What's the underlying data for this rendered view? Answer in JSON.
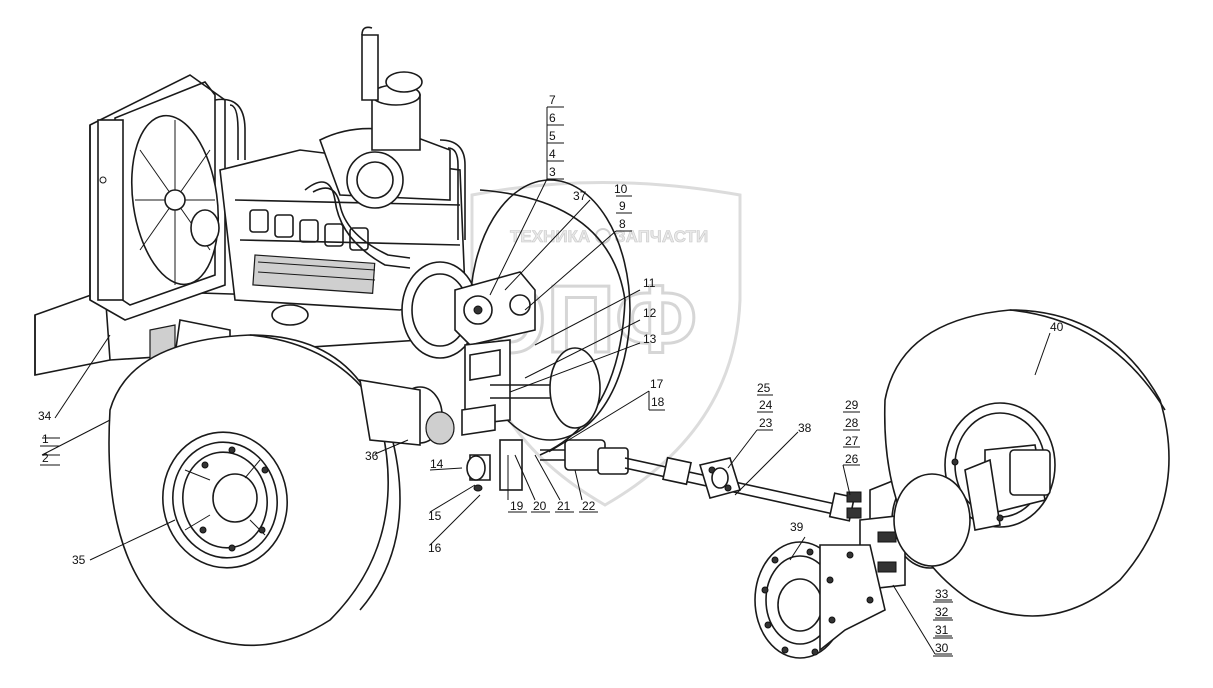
{
  "watermark": {
    "line1": "ТЕХНИКА",
    "line2": "ЗАПЧАСТИ",
    "monogram": "ЭПФ"
  },
  "callouts": {
    "c1": "1",
    "c2": "2",
    "c3": "3",
    "c4": "4",
    "c5": "5",
    "c6": "6",
    "c7": "7",
    "c8": "8",
    "c9": "9",
    "c10": "10",
    "c11": "11",
    "c12": "12",
    "c13": "13",
    "c14": "14",
    "c15": "15",
    "c16": "16",
    "c17": "17",
    "c18": "18",
    "c19": "19",
    "c20": "20",
    "c21": "21",
    "c22": "22",
    "c23": "23",
    "c24": "24",
    "c25": "25",
    "c26": "26",
    "c27": "27",
    "c28": "28",
    "c29": "29",
    "c30": "30",
    "c31": "31",
    "c32": "32",
    "c33": "33",
    "c34": "34",
    "c35": "35",
    "c36": "36",
    "c37": "37",
    "c38": "38",
    "c39": "39",
    "c40": "40"
  }
}
